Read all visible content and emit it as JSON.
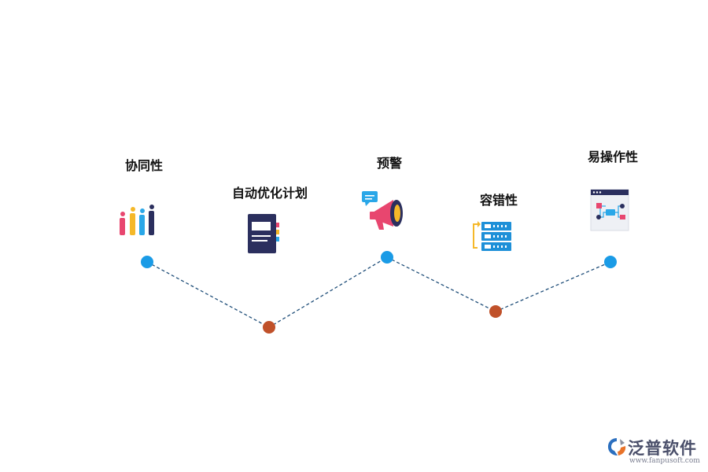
{
  "features": [
    {
      "label": "协同性",
      "icon": "bar-chart-icon",
      "node_color": "#1a9be6"
    },
    {
      "label": "自动优化计划",
      "icon": "notebook-icon",
      "node_color": "#c0512a"
    },
    {
      "label": "预警",
      "icon": "megaphone-icon",
      "node_color": "#1a9be6"
    },
    {
      "label": "容错性",
      "icon": "server-stack-icon",
      "node_color": "#c0512a"
    },
    {
      "label": "易操作性",
      "icon": "flowchart-window-icon",
      "node_color": "#1a9be6"
    }
  ],
  "logo": {
    "name": "泛普软件",
    "url": "www.fanpusoft.com"
  }
}
